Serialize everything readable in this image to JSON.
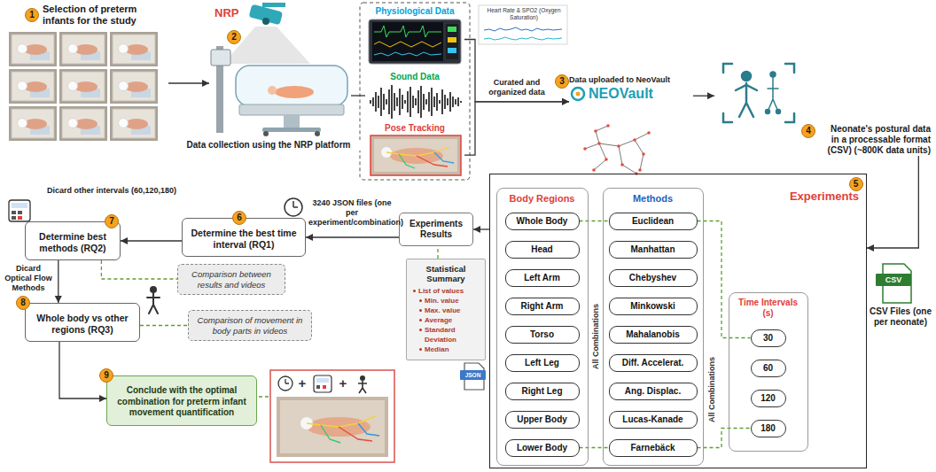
{
  "diagram": {
    "nodes": [
      {
        "text": [
          "1"
        ]
      },
      {
        "text": [
          "Selection of preterm infants for the study"
        ]
      },
      {
        "text": [
          "2"
        ]
      },
      {
        "text": [
          "NRP"
        ]
      },
      {
        "text": [
          "Physiological Data"
        ]
      },
      {
        "text": [
          "Sound Data"
        ]
      },
      {
        "text": [
          "Pose Tracking"
        ]
      },
      {
        "text": [
          "3"
        ]
      },
      {
        "text": [
          "Data uploaded to NeoVault",
          "NEOVault"
        ]
      },
      {
        "text": [
          "4"
        ]
      },
      {
        "text": [
          "Neonate's postural data in a processable format (CSV) (~800K data units)"
        ]
      },
      {
        "text": [
          "CSV Files (one per neonate)"
        ]
      },
      {
        "text": [
          "Experiments"
        ]
      },
      {
        "text": [
          "5"
        ],
        "in": 12
      },
      {
        "text": [
          "Body Regions"
        ],
        "in": 12
      },
      {
        "text": [
          "Whole Body"
        ],
        "in": 14
      },
      {
        "text": [
          "Head"
        ],
        "in": 14
      },
      {
        "text": [
          "Left Arm"
        ],
        "in": 14
      },
      {
        "text": [
          "Right Arm"
        ],
        "in": 14
      },
      {
        "text": [
          "Torso"
        ],
        "in": 14
      },
      {
        "text": [
          "Left Leg"
        ],
        "in": 14
      },
      {
        "text": [
          "Right Leg"
        ],
        "in": 14
      },
      {
        "text": [
          "Upper Body"
        ],
        "in": 14
      },
      {
        "text": [
          "Lower Body"
        ],
        "in": 14
      },
      {
        "text": [
          "Methods"
        ],
        "in": 12
      },
      {
        "text": [
          "Euclidean"
        ],
        "in": 24
      },
      {
        "text": [
          "Manhattan"
        ],
        "in": 24
      },
      {
        "text": [
          "Chebyshev"
        ],
        "in": 24
      },
      {
        "text": [
          "Minkowski"
        ],
        "in": 24
      },
      {
        "text": [
          "Mahalanobis"
        ],
        "in": 24
      },
      {
        "text": [
          "Diff. Accelerat."
        ],
        "in": 24
      },
      {
        "text": [
          "Ang. Displac."
        ],
        "in": 24
      },
      {
        "text": [
          "Lucas-Kanade"
        ],
        "in": 24
      },
      {
        "text": [
          "Farnebäck"
        ],
        "in": 24
      },
      {
        "text": [
          "Time Intervals (s)"
        ],
        "in": 12
      },
      {
        "text": [
          "30"
        ],
        "in": 34
      },
      {
        "text": [
          "60"
        ],
        "in": 34
      },
      {
        "text": [
          "120"
        ],
        "in": 34
      },
      {
        "text": [
          "180"
        ],
        "in": 34
      },
      {
        "text": [
          "Experiments Results"
        ]
      },
      {
        "text": [
          "Statistical Summary",
          "List of values",
          "Min. value",
          "Max. value",
          "Average",
          "Standard Deviation",
          "Median"
        ]
      },
      {
        "text": [
          "6"
        ]
      },
      {
        "text": [
          "Determine the best time interval (RQ1)"
        ]
      },
      {
        "text": [
          "7"
        ]
      },
      {
        "text": [
          "Determine best methods (RQ2)"
        ]
      },
      {
        "text": [
          "8"
        ]
      },
      {
        "text": [
          "Whole body vs other regions (RQ3)"
        ]
      },
      {
        "text": [
          "9"
        ]
      },
      {
        "text": [
          "Conclude with the optimal combination for preterm infant movement quantification"
        ]
      },
      {
        "text": [
          "Comparison between results and videos"
        ]
      },
      {
        "text": [
          "Comparison of movement in body parts in videos"
        ]
      }
    ],
    "edges": [
      {
        "from": 1,
        "to": 3,
        "arrow": "to",
        "label": "Data collection using the NRP platform"
      },
      {
        "from": 3,
        "to": 5,
        "arrow": "none"
      },
      {
        "from": 4,
        "to": 8,
        "arrow": "to",
        "label": "Curated and organized data"
      },
      {
        "from": 6,
        "to": 8,
        "arrow": "to"
      },
      {
        "from": 8,
        "to": 10,
        "arrow": "to"
      },
      {
        "from": 10,
        "to": 12,
        "arrow": "to"
      },
      {
        "from": 12,
        "to": 39,
        "arrow": "to"
      },
      {
        "from": 39,
        "to": 42,
        "arrow": "to",
        "label": "3240 JSON files (one per experiment/combination)"
      },
      {
        "from": 42,
        "to": 44,
        "arrow": "to",
        "label": "Dicard other intervals (60,120,180)"
      },
      {
        "from": 44,
        "to": 46,
        "arrow": "to",
        "label": "Dicard Optical Flow Methods"
      },
      {
        "from": 46,
        "to": 48,
        "arrow": "to"
      },
      {
        "from": 44,
        "to": 49,
        "arrow": "none"
      },
      {
        "from": 46,
        "to": 50,
        "arrow": "none"
      },
      {
        "from": 15,
        "to": 25,
        "arrow": "none"
      },
      {
        "from": 25,
        "to": 35,
        "arrow": "none"
      },
      {
        "from": 23,
        "to": 33,
        "arrow": "none"
      },
      {
        "from": 33,
        "to": 38,
        "arrow": "none"
      },
      {
        "from": 40,
        "to": 39,
        "arrow": "none"
      }
    ],
    "labels": [
      "Heart Rate & SPO2 (Oxygen Saturation)",
      "All Combinations",
      "All Combinations",
      "JSON",
      "CSV",
      "+",
      "+"
    ]
  }
}
